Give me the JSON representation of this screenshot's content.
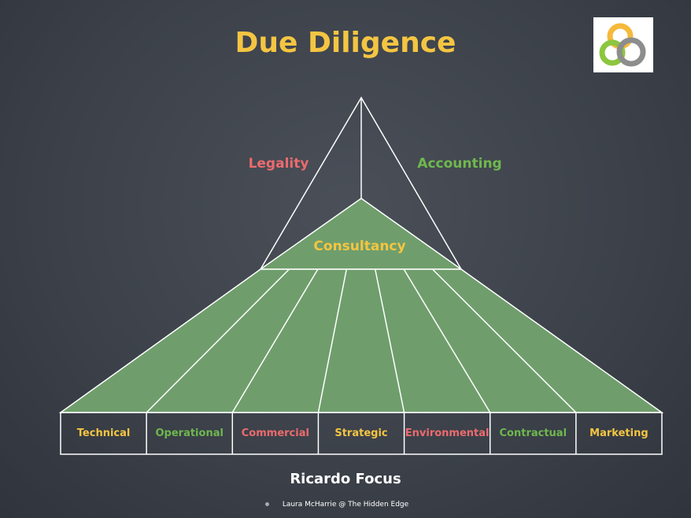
{
  "title": "Due Diligence",
  "colors": {
    "yellow": "#f4c542",
    "red": "#ec6b6d",
    "green": "#6fb84e",
    "fill": "#6f9e6c"
  },
  "top_labels": {
    "left": "Legality",
    "right": "Accounting",
    "center": "Consultancy"
  },
  "categories": [
    {
      "label": "Technical",
      "color": "#f4c542"
    },
    {
      "label": "Operational",
      "color": "#6fb84e"
    },
    {
      "label": "Commercial",
      "color": "#ec6b6d"
    },
    {
      "label": "Strategic",
      "color": "#f4c542"
    },
    {
      "label": "Environmental",
      "color": "#ec6b6d"
    },
    {
      "label": "Contractual",
      "color": "#6fb84e"
    },
    {
      "label": "Marketing",
      "color": "#f4c542"
    }
  ],
  "focus": "Ricardo Focus",
  "footer": "Laura McHarrie @ The Hidden Edge"
}
